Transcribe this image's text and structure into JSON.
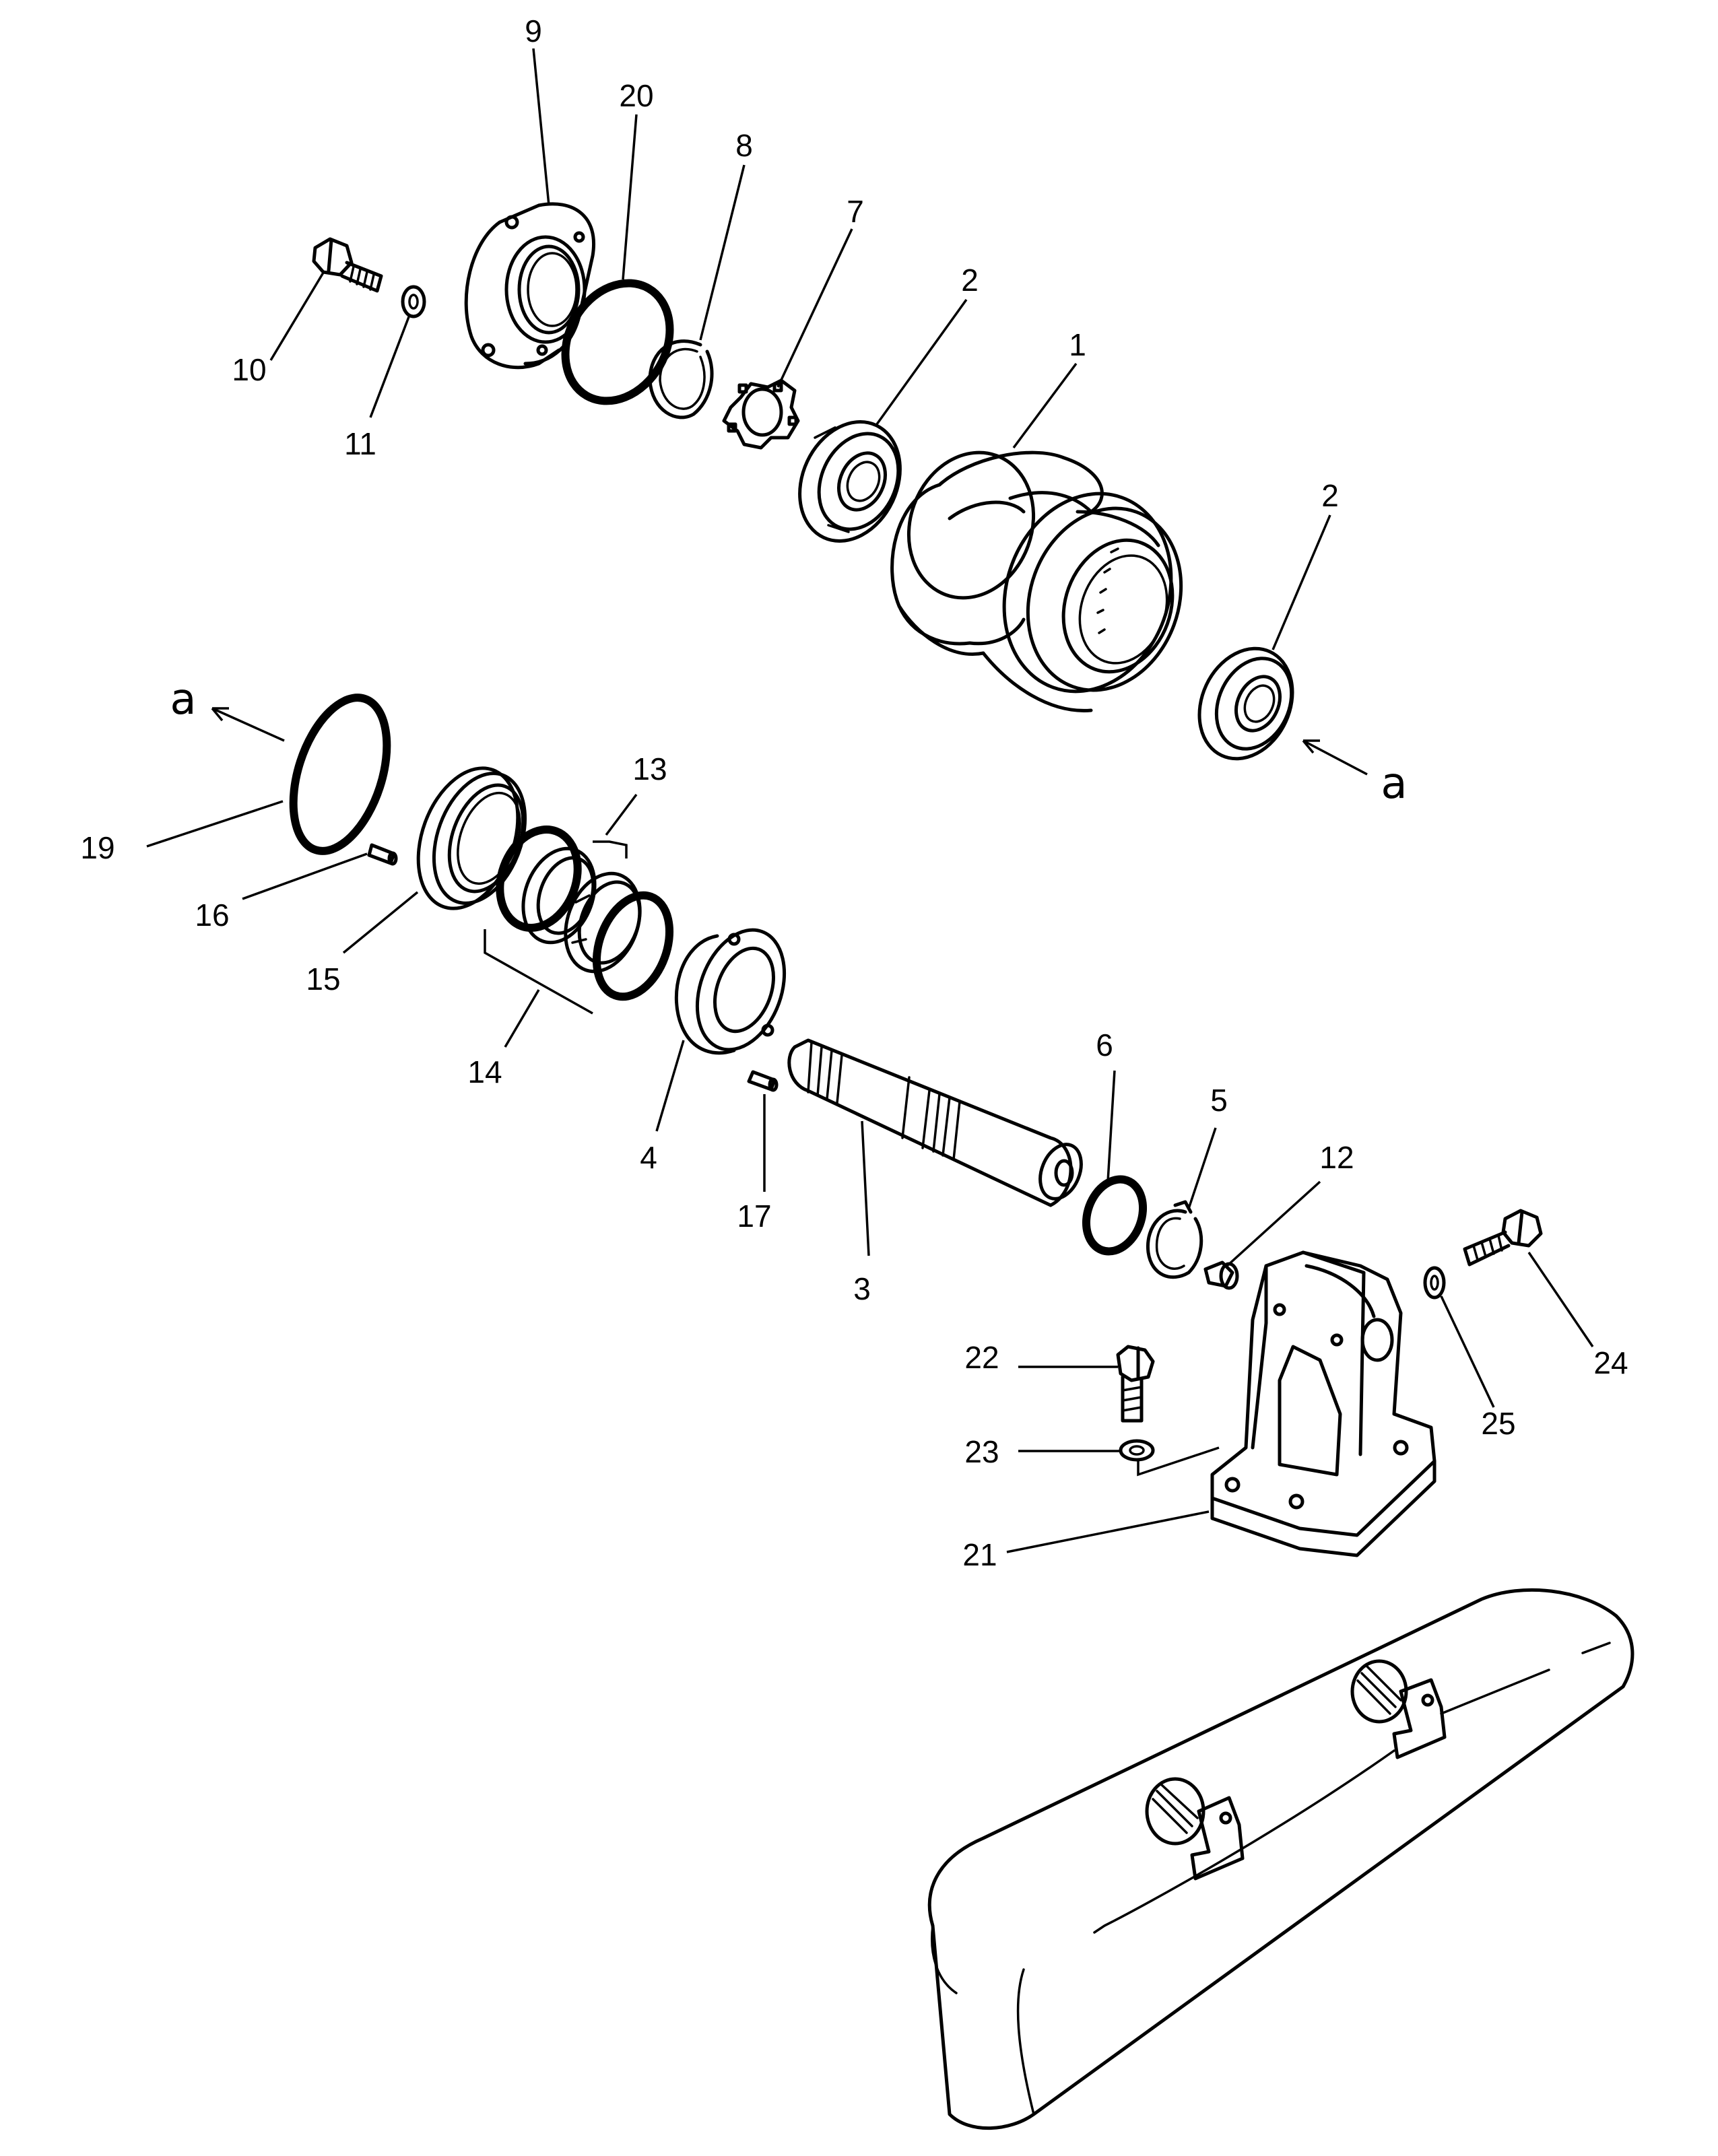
{
  "parts": [
    {
      "id": "1",
      "name": "roller"
    },
    {
      "id": "2",
      "name": "bearing"
    },
    {
      "id": "2b",
      "name": "bearing"
    },
    {
      "id": "3",
      "name": "shaft"
    },
    {
      "id": "4",
      "name": "collar"
    },
    {
      "id": "5",
      "name": "snap-ring"
    },
    {
      "id": "6",
      "name": "o-ring"
    },
    {
      "id": "7",
      "name": "nut"
    },
    {
      "id": "8",
      "name": "snap-ring"
    },
    {
      "id": "9",
      "name": "cover"
    },
    {
      "id": "10",
      "name": "bolt"
    },
    {
      "id": "11",
      "name": "washer"
    },
    {
      "id": "12",
      "name": "plug"
    },
    {
      "id": "13",
      "name": "seal-assembly"
    },
    {
      "id": "14",
      "name": "seal-assembly"
    },
    {
      "id": "15",
      "name": "collar"
    },
    {
      "id": "16",
      "name": "pin"
    },
    {
      "id": "17",
      "name": "pin"
    },
    {
      "id": "19",
      "name": "o-ring"
    },
    {
      "id": "20",
      "name": "o-ring"
    },
    {
      "id": "21",
      "name": "bracket"
    },
    {
      "id": "22",
      "name": "bolt"
    },
    {
      "id": "23",
      "name": "washer"
    },
    {
      "id": "24",
      "name": "bolt"
    },
    {
      "id": "25",
      "name": "washer"
    }
  ],
  "labels": {
    "p1": "1",
    "p2a": "2",
    "p2b": "2",
    "p3": "3",
    "p4": "4",
    "p5": "5",
    "p6": "6",
    "p7": "7",
    "p8": "8",
    "p9": "9",
    "p10": "10",
    "p11": "11",
    "p12": "12",
    "p13": "13",
    "p14": "14",
    "p15": "15",
    "p16": "16",
    "p17": "17",
    "p19": "19",
    "p20": "20",
    "p21": "21",
    "p22": "22",
    "p23": "23",
    "p24": "24",
    "p25": "25",
    "ref_a_left": "a",
    "ref_a_right": "a"
  }
}
